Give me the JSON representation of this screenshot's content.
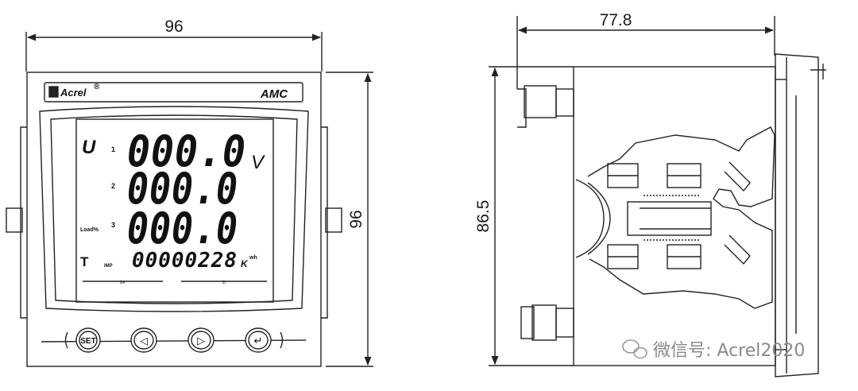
{
  "front_view": {
    "width_dim": "96",
    "height_dim": "96",
    "brand": "Acrel",
    "brand_mark": "®",
    "model": "AMC",
    "display": {
      "quantity": "U",
      "unit": "V",
      "row_numbers": [
        "1",
        "2",
        "3"
      ],
      "row_values": [
        "000.0",
        "000.0",
        "000.0"
      ],
      "load_label": "Load%",
      "total_label": "T",
      "total_sub": "IMP",
      "energy_value": "00000228",
      "energy_prefix": "K",
      "energy_unit": "wh",
      "bar_label_left": "3Φ",
      "bar_label_right": "ΣI"
    },
    "buttons": [
      "SET",
      "◁",
      "▷",
      "↵"
    ]
  },
  "side_view": {
    "depth_dim": "77.8",
    "height_dim": "86.5"
  },
  "watermark": {
    "icon": "wechat-icon",
    "text": "微信号: Acrel2020"
  }
}
